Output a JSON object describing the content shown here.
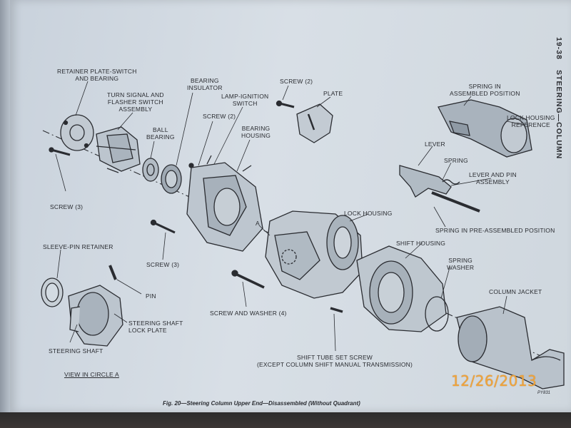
{
  "running_head": {
    "page_number": "19-38",
    "section": "STEERING—COLUMN"
  },
  "labels": {
    "retainer_plate": [
      "RETAINER PLATE-SWITCH",
      "AND BEARING"
    ],
    "turn_signal": [
      "TURN SIGNAL AND",
      "FLASHER SWITCH",
      "ASSEMBLY"
    ],
    "bearing_insulator": [
      "BEARING",
      "INSULATOR"
    ],
    "screw2_left": "SCREW (2)",
    "lamp_ignition": [
      "LAMP-IGNITION",
      "SWITCH"
    ],
    "ball_bearing": [
      "BALL",
      "BEARING"
    ],
    "bearing_housing": [
      "BEARING",
      "HOUSING"
    ],
    "screw2_top": "SCREW (2)",
    "plate": "PLATE",
    "spring_assembled": [
      "SPRING IN",
      "ASSEMBLED POSITION"
    ],
    "lock_housing_reference": [
      "LOCK HOUSING",
      "REFERENCE"
    ],
    "lever": "LEVER",
    "spring": "SPRING",
    "lever_pin": [
      "LEVER AND PIN",
      "ASSEMBLY"
    ],
    "screw3_left": "SCREW (3)",
    "lock_housing": "LOCK HOUSING",
    "spring_preassembled": "SPRING IN PRE-ASSEMBLED POSITION",
    "sleeve_pin_retainer": "SLEEVE-PIN RETAINER",
    "screw3_mid": "SCREW (3)",
    "shift_housing": "SHIFT HOUSING",
    "spring_washer": [
      "SPRING",
      "WASHER"
    ],
    "pin": "PIN",
    "column_jacket": "COLUMN JACKET",
    "screw_and_washer": "SCREW AND WASHER (4)",
    "lock_plate": [
      "STEERING SHAFT",
      "LOCK PLATE"
    ],
    "steering_shaft": "STEERING SHAFT",
    "shift_tube_set_screw": [
      "SHIFT TUBE SET SCREW",
      "(EXCEPT COLUMN SHIFT MANUAL TRANSMISSION)"
    ],
    "view_in_circle": "VIEW IN CIRCLE A",
    "callout_a": "A"
  },
  "caption": "Fig. 20—Steering Column Upper End—Disassembled (Without Quadrant)",
  "figure_code": "PY831",
  "date_stamp": "12/26/2013",
  "colors": {
    "paper": "#d3dbe2",
    "ink": "#2a2c31",
    "stamp": "#f0a43b"
  }
}
